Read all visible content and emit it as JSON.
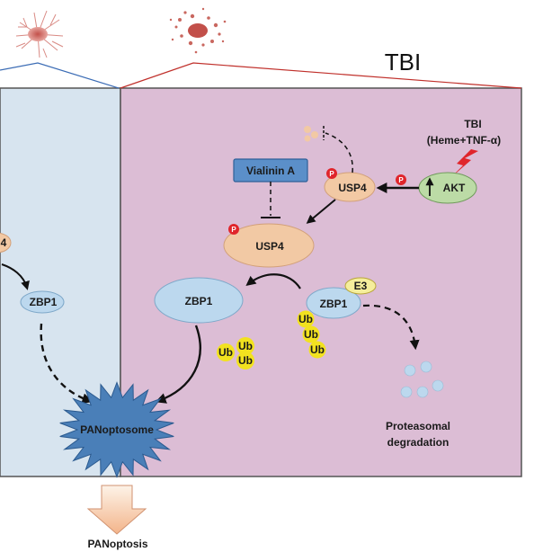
{
  "header": {
    "region_title": "TBI"
  },
  "stimulus": {
    "line1": "TBI",
    "line2": "(Heme+TNF-α)"
  },
  "nodes": {
    "akt": "AKT",
    "usp4_upper": "USP4",
    "vialinin": "Vialinin A",
    "usp4_main": "USP4",
    "zbp1_main": "ZBP1",
    "zbp1_ub": "ZBP1",
    "e3": "E3",
    "zbp1_left": "ZBP1",
    "usp4_left_partial": "4",
    "panoptosome": "PANoptosome",
    "panoptosis": "PANoptosis",
    "proteasomal_line1": "Proteasomal",
    "proteasomal_line2": "degradation"
  },
  "phospho_label": "P",
  "ubiquitin_label": "Ub",
  "colors": {
    "left_panel": "#d7e4ef",
    "right_panel": "#dcbdd5",
    "usp4": "#f2c9a4",
    "akt": "#bcdba6",
    "zbp1": "#bcd8ee",
    "vialinin": "#5b8fc9",
    "panoptosome": "#4a7fb8",
    "ub": "#f2e21f",
    "e3": "#f5ee9c",
    "phospho": "#e0252b",
    "lightning": "#e0252b"
  }
}
